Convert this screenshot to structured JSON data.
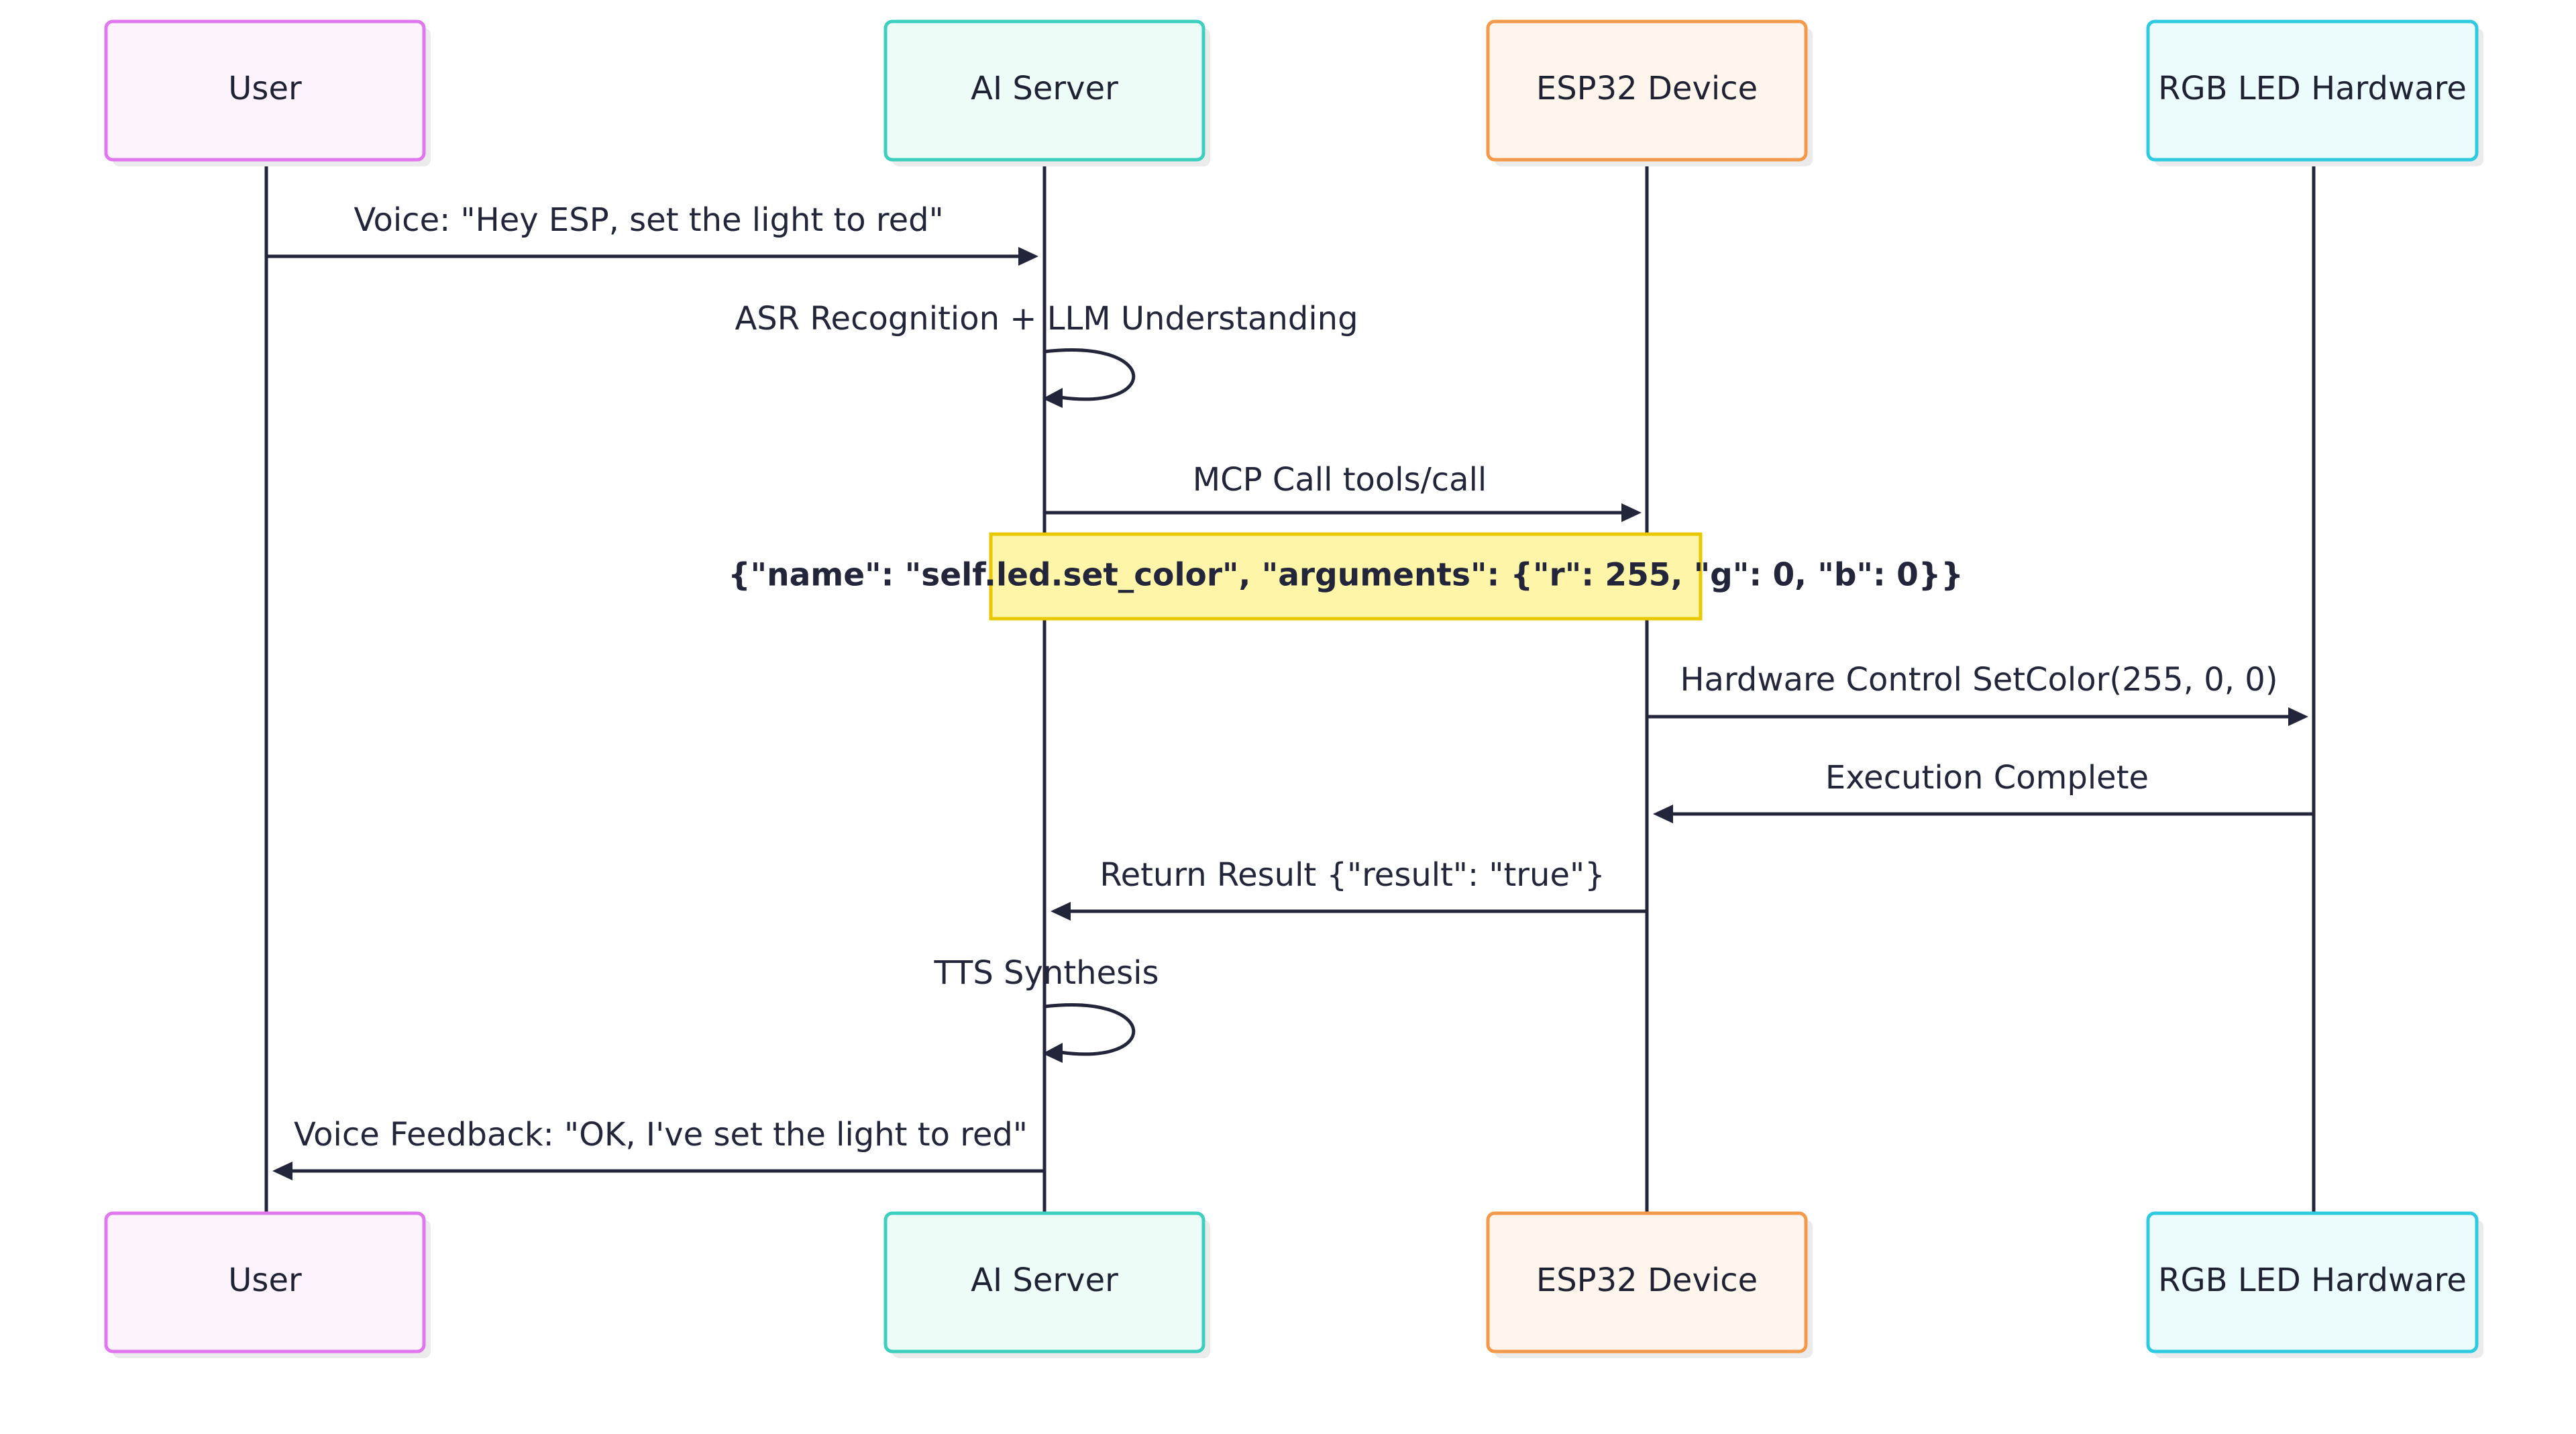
{
  "actors": [
    {
      "id": "user",
      "label": "User",
      "fill": "#fdf3fd",
      "stroke": "#e077ee"
    },
    {
      "id": "ai",
      "label": "AI Server",
      "fill": "#eefcf8",
      "stroke": "#3ccfbe"
    },
    {
      "id": "esp",
      "label": "ESP32 Device",
      "fill": "#fff5ec",
      "stroke": "#f3994a"
    },
    {
      "id": "led",
      "label": "RGB LED Hardware",
      "fill": "#ecfcfd",
      "stroke": "#2ecbe0"
    }
  ],
  "messages": [
    {
      "id": "m1",
      "from": "user",
      "to": "ai",
      "text": "Voice: \"Hey ESP, set the light to red\""
    },
    {
      "id": "m2",
      "from": "ai",
      "to": "ai",
      "text": "ASR Recognition + LLM Understanding"
    },
    {
      "id": "m3",
      "from": "ai",
      "to": "esp",
      "text": "MCP Call tools/call"
    },
    {
      "id": "m4",
      "from": "esp",
      "to": "led",
      "text": "Hardware Control SetColor(255, 0, 0)"
    },
    {
      "id": "m5",
      "from": "led",
      "to": "esp",
      "text": "Execution Complete"
    },
    {
      "id": "m6",
      "from": "esp",
      "to": "ai",
      "text": "Return Result {\"result\": \"true\"}"
    },
    {
      "id": "m7",
      "from": "ai",
      "to": "ai",
      "text": "TTS Synthesis"
    },
    {
      "id": "m8",
      "from": "ai",
      "to": "user",
      "text": "Voice Feedback: \"OK, I've set the light to red\""
    }
  ],
  "note": {
    "text": "{\"name\": \"self.led.set_color\", \"arguments\": {\"r\": 255, \"g\": 0, \"b\": 0}}",
    "fill": "#fff5a8",
    "stroke": "#e8c800"
  },
  "colors": {
    "line": "#23263a",
    "shadow": "#ebebeb"
  }
}
